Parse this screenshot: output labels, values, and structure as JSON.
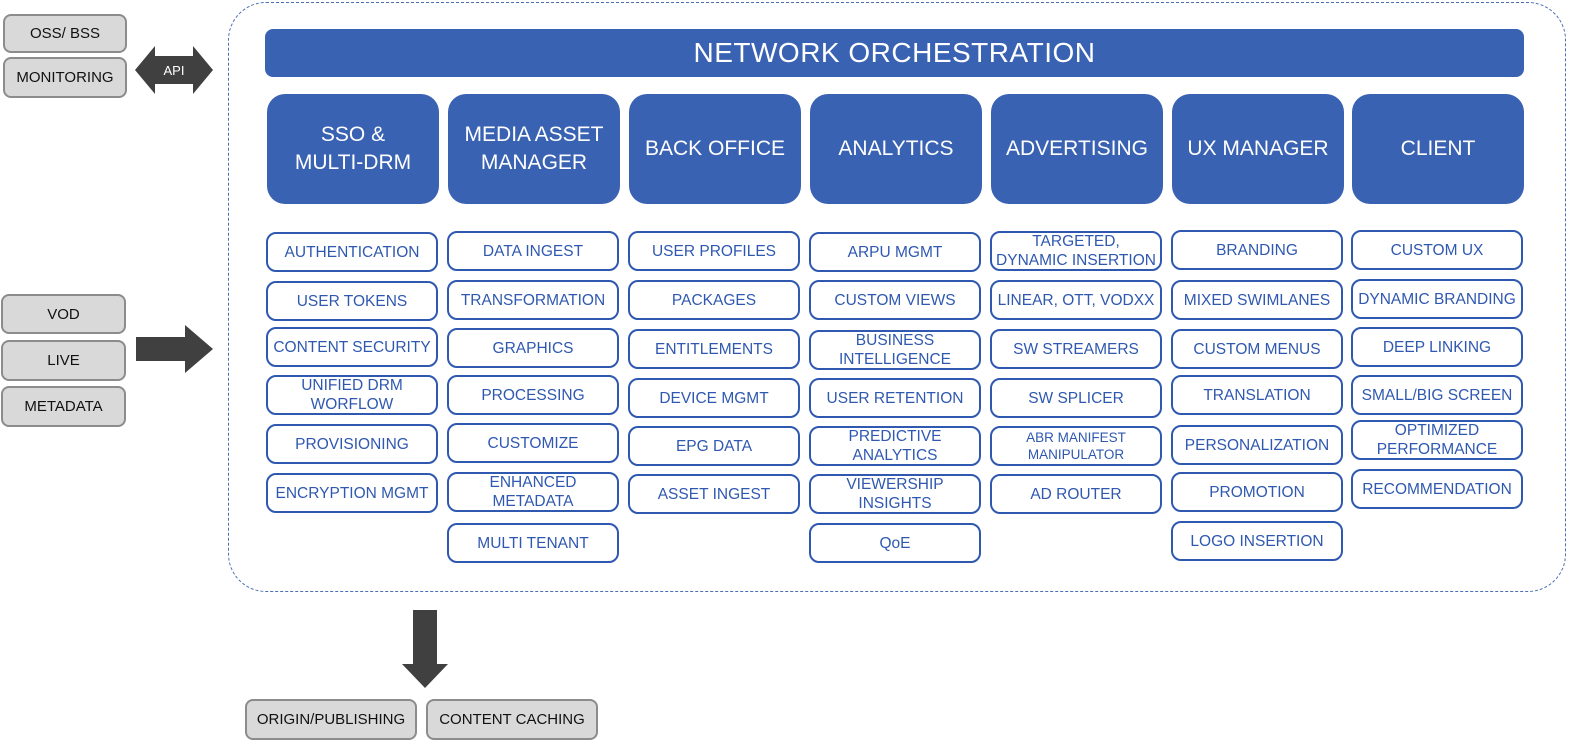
{
  "external": {
    "oss_bss": "OSS/ BSS",
    "monitoring": "MONITORING",
    "api": "API",
    "vod": "VOD",
    "live": "LIVE",
    "metadata": "METADATA",
    "origin": "ORIGIN/PUBLISHING",
    "caching": "CONTENT CACHING"
  },
  "banner": "NETWORK ORCHESTRATION",
  "columns": [
    {
      "title": "SSO &\nMULTI-DRM",
      "items": [
        "AUTHENTICATION",
        "USER TOKENS",
        "CONTENT SECURITY",
        "UNIFIED DRM\nWORFLOW",
        "PROVISIONING",
        "ENCRYPTION MGMT"
      ]
    },
    {
      "title": "MEDIA ASSET\nMANAGER",
      "items": [
        "DATA INGEST",
        "TRANSFORMATION",
        "GRAPHICS",
        "PROCESSING",
        "CUSTOMIZE",
        "ENHANCED METADATA",
        "MULTI TENANT"
      ]
    },
    {
      "title": "BACK OFFICE",
      "items": [
        "USER PROFILES",
        "PACKAGES",
        "ENTITLEMENTS",
        "DEVICE MGMT",
        "EPG DATA",
        "ASSET INGEST"
      ]
    },
    {
      "title": "ANALYTICS",
      "items": [
        "ARPU MGMT",
        "CUSTOM VIEWS",
        "BUSINESS\nINTELLIGENCE",
        "USER RETENTION",
        "PREDICTIVE\nANALYTICS",
        "VIEWERSHIP INSIGHTS",
        "QoE"
      ]
    },
    {
      "title": "ADVERTISING",
      "items": [
        "TARGETED,\nDYNAMIC INSERTION",
        "LINEAR, OTT, VODXX",
        "SW STREAMERS",
        "SW SPLICER",
        "ABR MANIFEST\nMANIPULATOR",
        "AD ROUTER"
      ]
    },
    {
      "title": "UX MANAGER",
      "items": [
        "BRANDING",
        "MIXED SWIMLANES",
        "CUSTOM MENUS",
        "TRANSLATION",
        "PERSONALIZATION",
        "PROMOTION",
        "LOGO INSERTION"
      ]
    },
    {
      "title": "CLIENT",
      "items": [
        "CUSTOM UX",
        "DYNAMIC BRANDING",
        "DEEP LINKING",
        "SMALL/BIG SCREEN",
        "OPTIMIZED\nPERFORMANCE",
        "RECOMMENDATION"
      ]
    }
  ]
}
